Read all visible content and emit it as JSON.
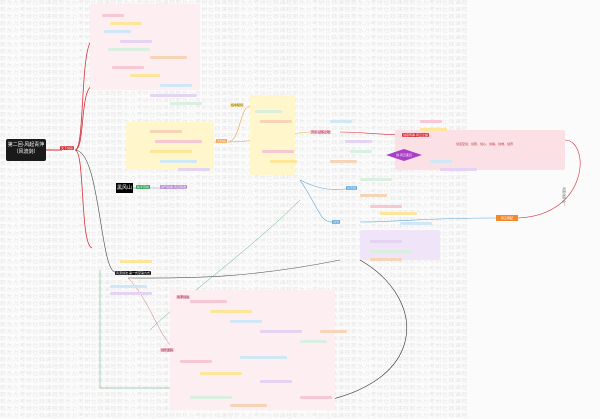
{
  "watermark": "新东方考研在线课程新东方考研在线课程新东方考研在线课程新东方考研在线课程新东方考研在线课程新东方考研在线课程新东方考研在线课程新东方考研在线课程",
  "root": {
    "line1": "第二回·风起青萍",
    "line2": "（风流剑）"
  },
  "main_branch_label": "天下剑宗",
  "central": {
    "title": "黑风山",
    "badge": "新手营地",
    "sub": "剑气初成·风云际会"
  },
  "upper_section": {
    "mid_node": "天机谷",
    "yellow_label": "谷中秘境",
    "pink_header": "灵泉·试炼之地",
    "right_red": "剑宗传承·风云之巅",
    "right_red_sub": "剑道至境：剑意、剑心、剑魂、剑域、剑界",
    "diamond": "剑·风云变幻",
    "orange_tag": "风云再起"
  },
  "lower_section": {
    "black_bar": "风流剑法·第一式至第九式",
    "pink_node": "青萍剑诀",
    "pink_node2": "剑影迷踪",
    "blue_node": "风雷阁",
    "blue_node2": "剑池"
  },
  "right_link_label": "风雷剑意·合一",
  "colors": {
    "red": "#d7303b",
    "pink": "#f7c8d3",
    "orange": "#f1a24a",
    "yellow": "#fde59a",
    "green": "#2e9e56",
    "blue": "#5fa6d8",
    "purple": "#a93fc7"
  }
}
